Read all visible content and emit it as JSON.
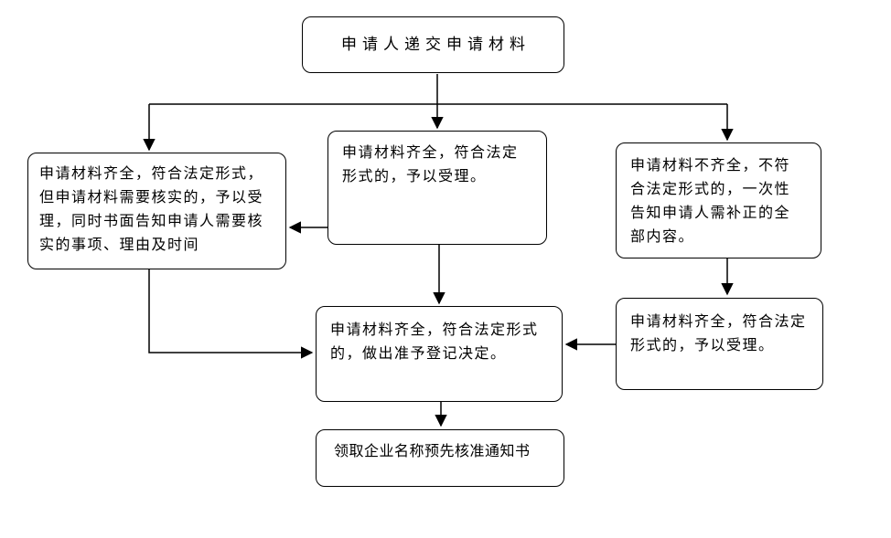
{
  "diagram": {
    "type": "flowchart",
    "background_color": "#ffffff",
    "line_color": "#000000",
    "box_border_color": "#000000",
    "text_color": "#000000",
    "nodes": {
      "start": {
        "label": "申请人递交申请材料"
      },
      "left": {
        "label": "申请材料齐全，符合法定形式，但申请材料需要核实的，予以受理，同时书面告知申请人需要核实的事项、理由及时间"
      },
      "middle": {
        "label": "申请材料齐全，符合法定形式的，予以受理。"
      },
      "right": {
        "label": "申请材料不齐全，不符合法定形式的，一次性告知申请人需补正的全部内容。"
      },
      "right2": {
        "label": "申请材料齐全，符合法定形式的，予以受理。"
      },
      "decision": {
        "label": "申请材料齐全，符合法定形式的，做出准予登记决定。"
      },
      "end": {
        "label": "领取企业名称预先核准通知书"
      }
    },
    "edges": [
      "start -> middle",
      "start -> left",
      "start -> right",
      "middle -> left",
      "middle -> decision",
      "left -> decision",
      "right -> right2",
      "right2 -> decision",
      "decision -> end"
    ]
  }
}
